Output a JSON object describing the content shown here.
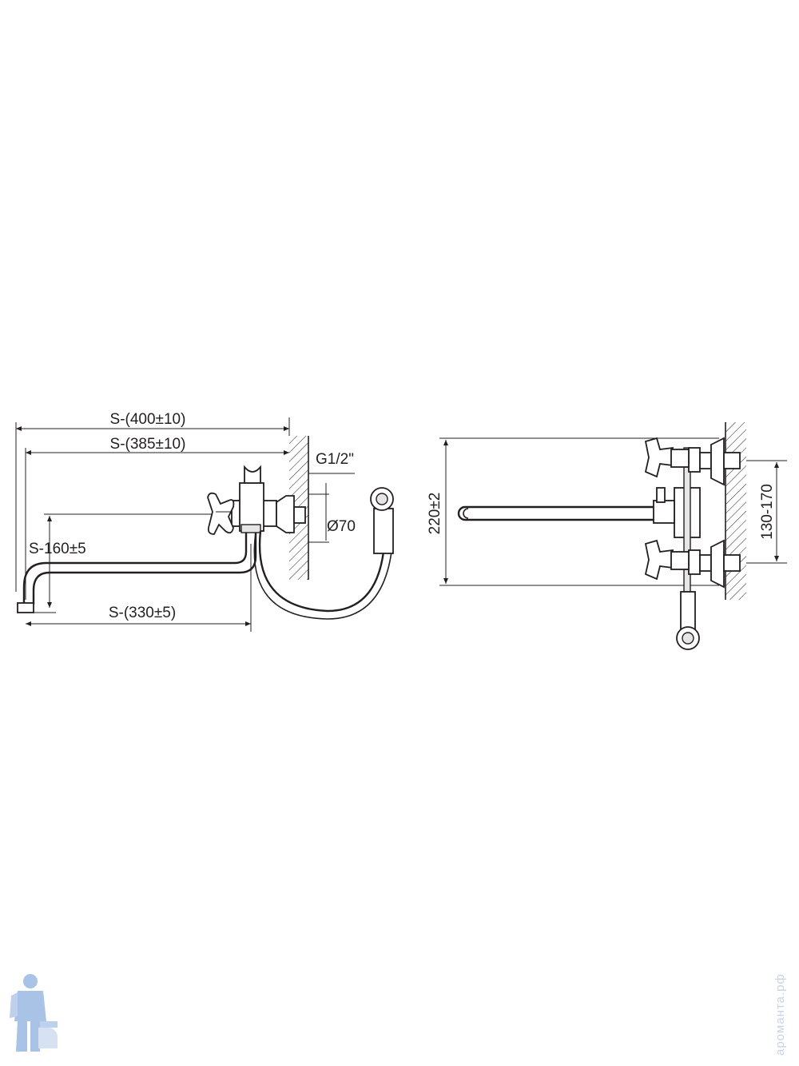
{
  "side_view": {
    "dim_overall": "S-(400±10)",
    "dim_to_spout": "S-(385±10)",
    "dim_height": "S-160±5",
    "dim_spout": "S-(330±5)",
    "thread": "G1/2\"",
    "flange_diameter": "Ø70"
  },
  "front_view": {
    "dim_height": "220±2",
    "dim_spacing": "130-170"
  },
  "watermark": "ароманта.рф",
  "colors": {
    "line": "#231f20",
    "hatch": "#231f20",
    "watermark": "#c9d4e2",
    "mascot": "#a9c3e6"
  }
}
